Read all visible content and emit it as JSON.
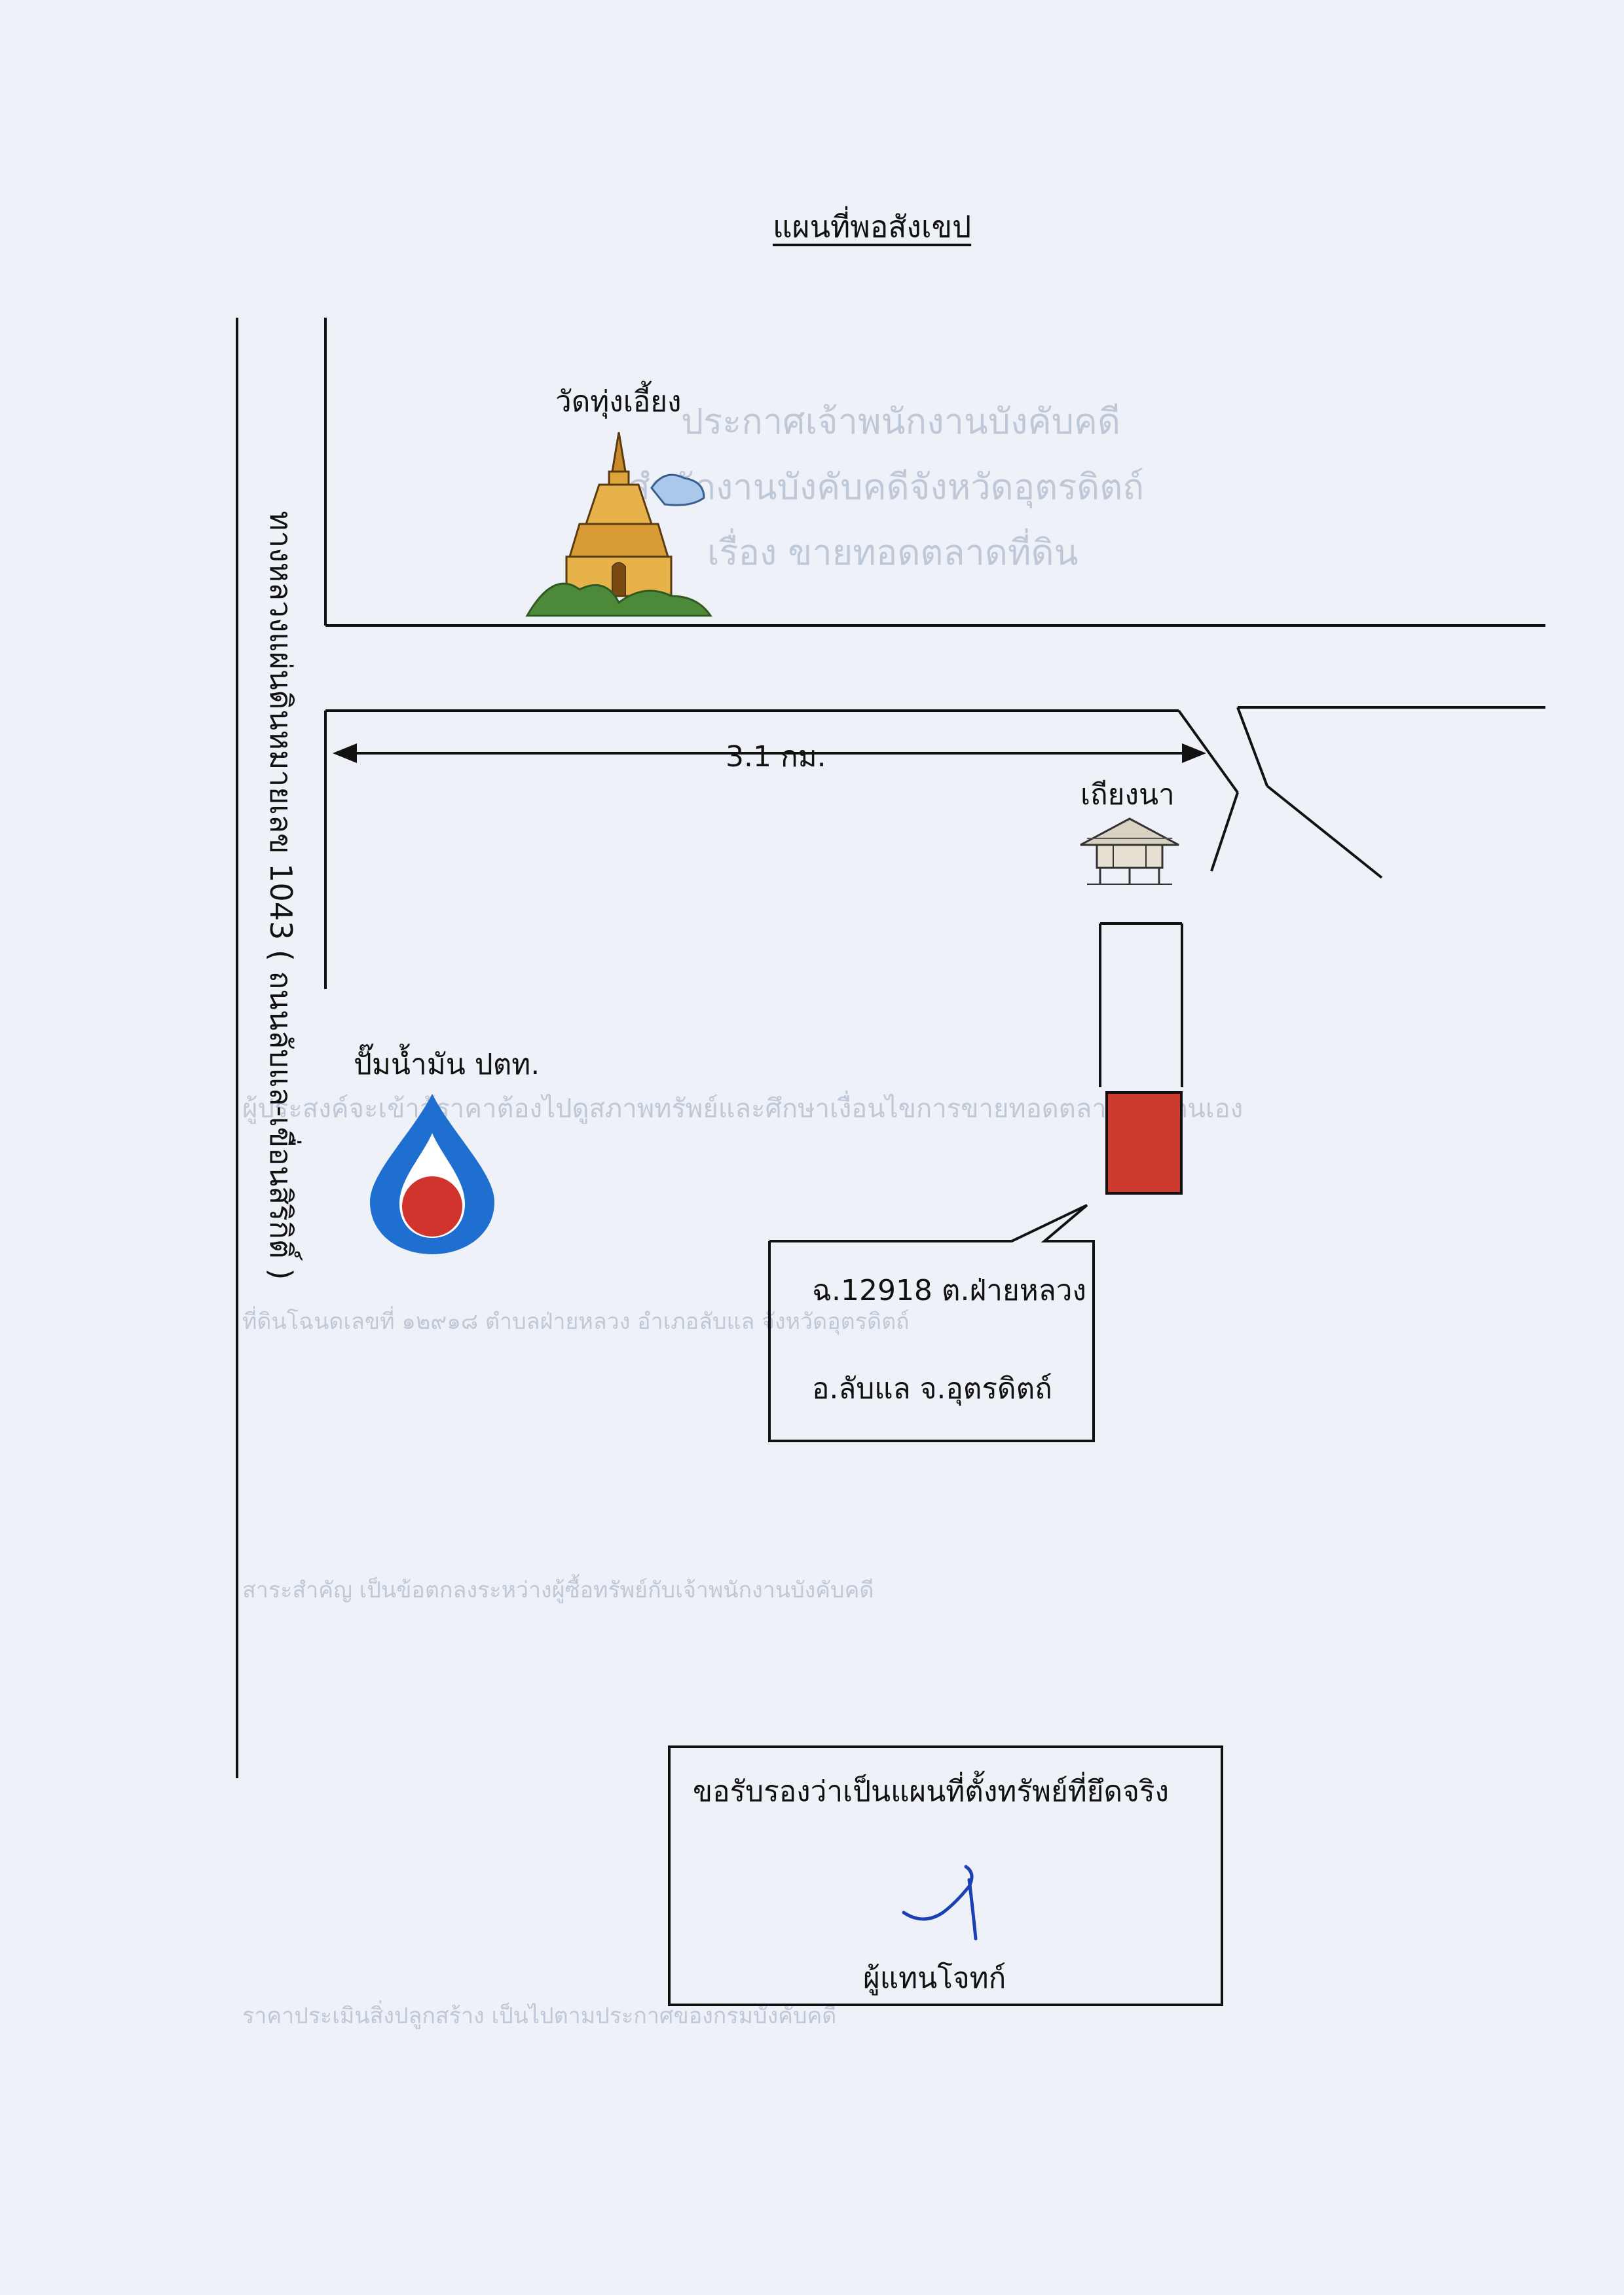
{
  "map": {
    "title": "แผนที่พอสังเขป",
    "road_label": "ทางหลวงแผ่นดินหมายเลข 1043 ( ถนนลับแล-เขื่อนสิริกิติ์ )",
    "temple_label": "วัดทุ่งเอี้ยง",
    "distance_label": "3.1 กม.",
    "hut_label": "เถียงนา",
    "gas_station_label": "ปั๊มน้ำมัน ปตท.",
    "parcel_line1": "ฉ.12918 ต.ฝ่ายหลวง",
    "parcel_line2": "อ.ลับแล จ.อุตรดิตถ์",
    "certification_text": "ขอรับรองว่าเป็นแผนที่ตั้งทรัพย์ที่ยึดจริง",
    "signer_label": "ผู้แทนโจทก์"
  },
  "colors": {
    "parcel_fill": "#cc3b2e",
    "ptt_blue": "#1f6fd1",
    "ptt_red": "#d0342c"
  },
  "icons": [
    "temple-icon",
    "hut-icon",
    "ptt-logo-icon",
    "signature-icon"
  ]
}
